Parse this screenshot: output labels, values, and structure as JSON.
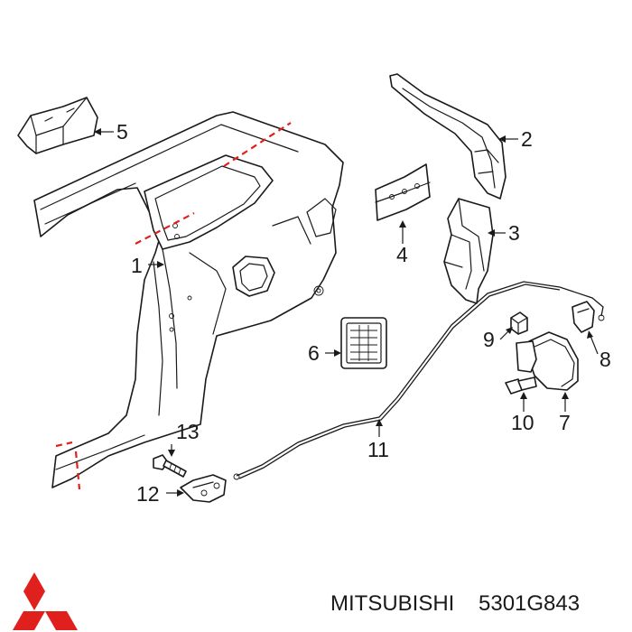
{
  "callouts": {
    "c1": "1",
    "c2": "2",
    "c3": "3",
    "c4": "4",
    "c5": "5",
    "c6": "6",
    "c7": "7",
    "c8": "8",
    "c9": "9",
    "c10": "10",
    "c11": "11",
    "c12": "12",
    "c13": "13"
  },
  "caption": {
    "brand": "MITSUBISHI",
    "part_number": "5301G843"
  },
  "logo": {
    "name": "mitsubishi-three-diamonds-logo",
    "color": "#e0201c"
  },
  "colors": {
    "line": "#1a1a1a",
    "cut_line": "#e0201c",
    "background": "#ffffff"
  }
}
